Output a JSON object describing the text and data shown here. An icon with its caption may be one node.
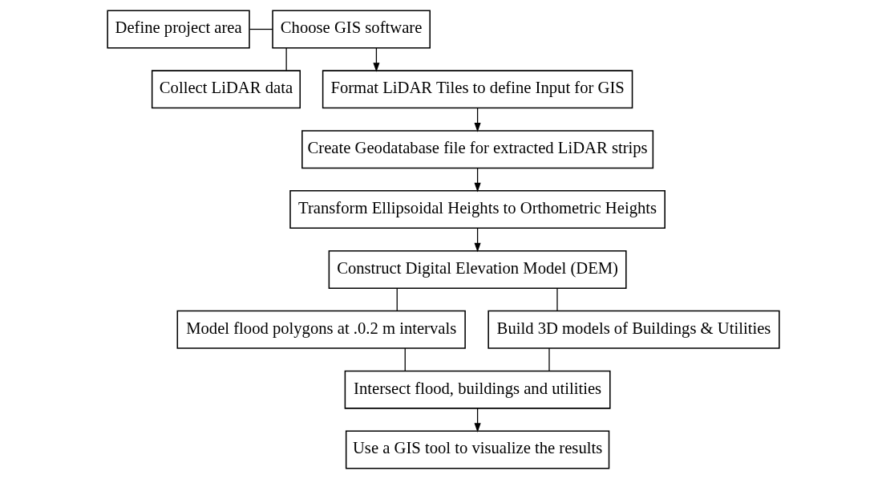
{
  "diagram": {
    "nodes": [
      {
        "text": [
          "Define project area"
        ]
      },
      {
        "text": [
          "Choose GIS software"
        ]
      },
      {
        "text": [
          "Collect LiDAR data"
        ]
      },
      {
        "text": [
          "Format LiDAR Tiles to define Input for GIS"
        ]
      },
      {
        "text": [
          "Create Geodatabase file for extracted LiDAR strips"
        ]
      },
      {
        "text": [
          "Transform Ellipsoidal Heights to Orthometric Heights"
        ]
      },
      {
        "text": [
          "Construct Digital Elevation Model (DEM)"
        ]
      },
      {
        "text": [
          "Model flood polygons at .0.2 m intervals"
        ]
      },
      {
        "text": [
          "Build 3D models of Buildings & Utilities"
        ]
      },
      {
        "text": [
          "Intersect flood, buildings and utilities"
        ]
      },
      {
        "text": [
          "Use a GIS tool to visualize the results"
        ]
      }
    ],
    "edges": [
      {
        "from": 0,
        "to": 1,
        "arrow": "none"
      },
      {
        "from": 1,
        "to": 2,
        "arrow": "none"
      },
      {
        "from": 1,
        "to": 3,
        "arrow": "to"
      },
      {
        "from": 3,
        "to": 4,
        "arrow": "to"
      },
      {
        "from": 4,
        "to": 5,
        "arrow": "to"
      },
      {
        "from": 5,
        "to": 6,
        "arrow": "to"
      },
      {
        "from": 6,
        "to": 7,
        "arrow": "none"
      },
      {
        "from": 6,
        "to": 8,
        "arrow": "none"
      },
      {
        "from": 7,
        "to": 9,
        "arrow": "none"
      },
      {
        "from": 8,
        "to": 9,
        "arrow": "none"
      },
      {
        "from": 9,
        "to": 10,
        "arrow": "to"
      }
    ]
  }
}
